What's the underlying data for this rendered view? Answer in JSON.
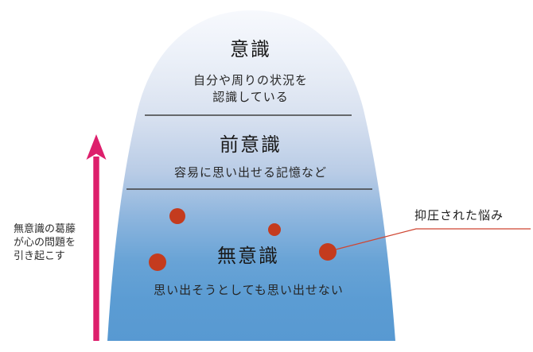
{
  "diagram": {
    "model": "iceberg-model-of-mind",
    "levels": [
      {
        "id": "conscious",
        "title": "意識",
        "desc1": "自分や周りの状況を",
        "desc2": "認識している"
      },
      {
        "id": "preconscious",
        "title": "前意識",
        "desc": "容易に思い出せる記憶など"
      },
      {
        "id": "unconscious",
        "title": "無意識",
        "desc": "思い出そうとしても思い出せない"
      }
    ],
    "left_annotation": {
      "lines": [
        "無意識の葛藤",
        "が心の問題を",
        "引き起こす"
      ],
      "arrow_color": "#dd1f6c"
    },
    "callout": {
      "label": "抑圧された悩み",
      "line_color": "#cf4531"
    },
    "dots": {
      "count": 4,
      "color": "#c43b1e"
    },
    "colors": {
      "dome_top": "#f6f8fc",
      "dome_bottom": "#5899d2",
      "divider": "#404040",
      "background": "#ffffff"
    }
  }
}
